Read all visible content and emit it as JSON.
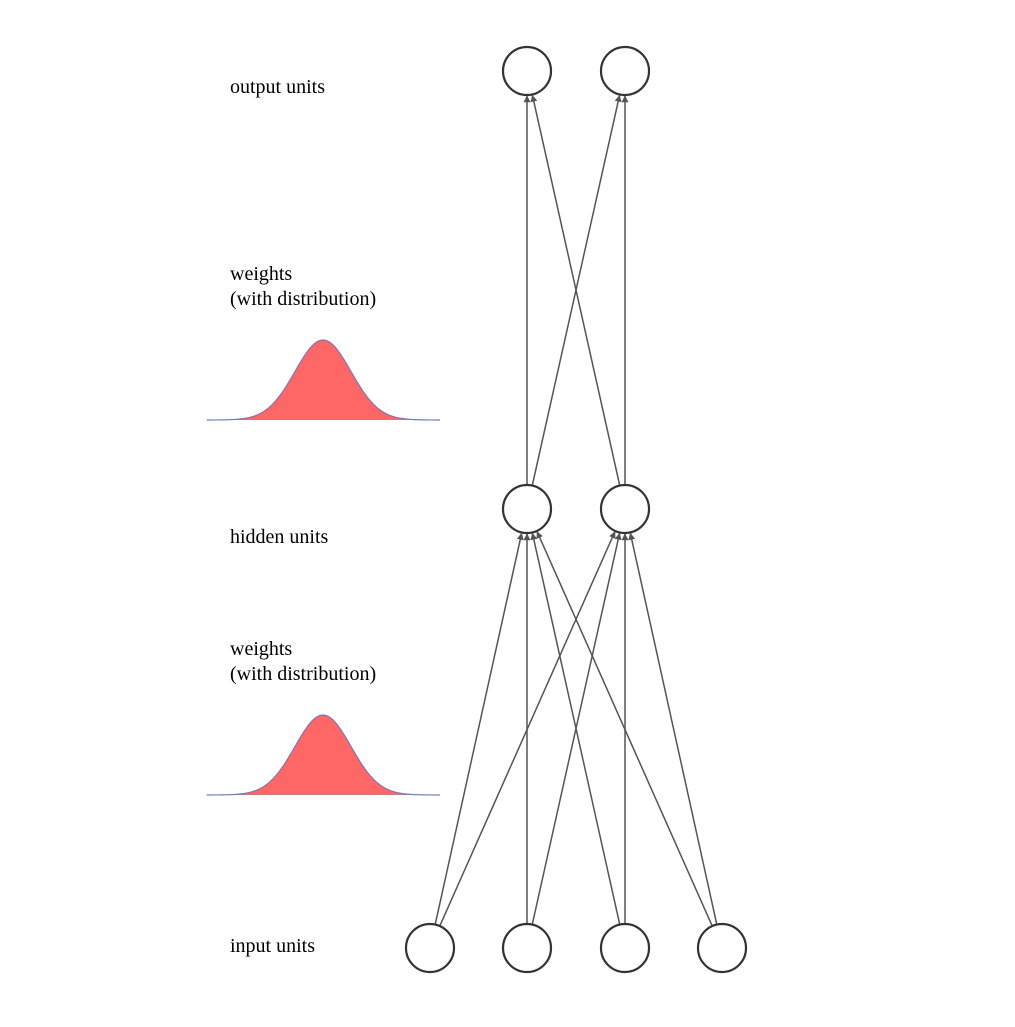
{
  "labels": {
    "output": "output units",
    "weights_top_line1": "weights",
    "weights_top_line2": "(with distribution)",
    "hidden": "hidden units",
    "weights_bottom_line1": "weights",
    "weights_bottom_line2": "(with distribution)",
    "input": "input units"
  },
  "network": {
    "input_units": 4,
    "hidden_units": 2,
    "output_units": 2,
    "connections": "fully-connected"
  },
  "colors": {
    "distribution_fill": "#ff6666",
    "distribution_stroke": "#6a7fc1",
    "edge": "#555555",
    "node_stroke": "#333333"
  }
}
